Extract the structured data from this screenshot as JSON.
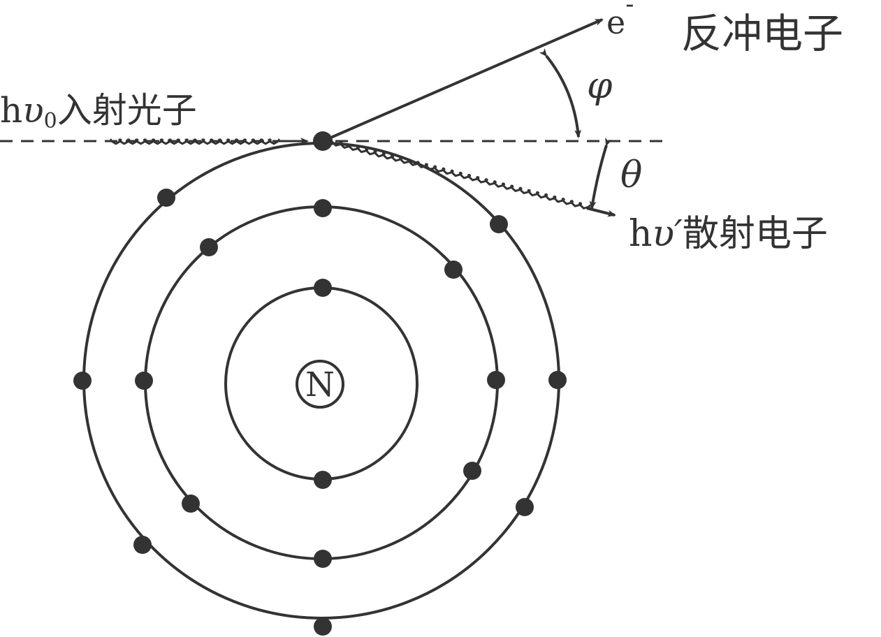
{
  "labels": {
    "incident_h": "h",
    "incident_nu": "υ",
    "incident_sub": "0",
    "incident_cn": "入射光子",
    "electron_e": "e",
    "electron_sup": "-",
    "electron_cn": "反冲电子",
    "phi": "φ",
    "theta": "θ",
    "scattered_h": "h",
    "scattered_nu": "υ′",
    "scattered_cn": "散射电子",
    "nucleus": "N"
  },
  "colors": {
    "ink": "#333333",
    "background": "#ffffff"
  },
  "shells": [
    {
      "name": "inner",
      "electrons": 2
    },
    {
      "name": "middle",
      "electrons": 8
    },
    {
      "name": "outer",
      "electrons": 8
    }
  ]
}
